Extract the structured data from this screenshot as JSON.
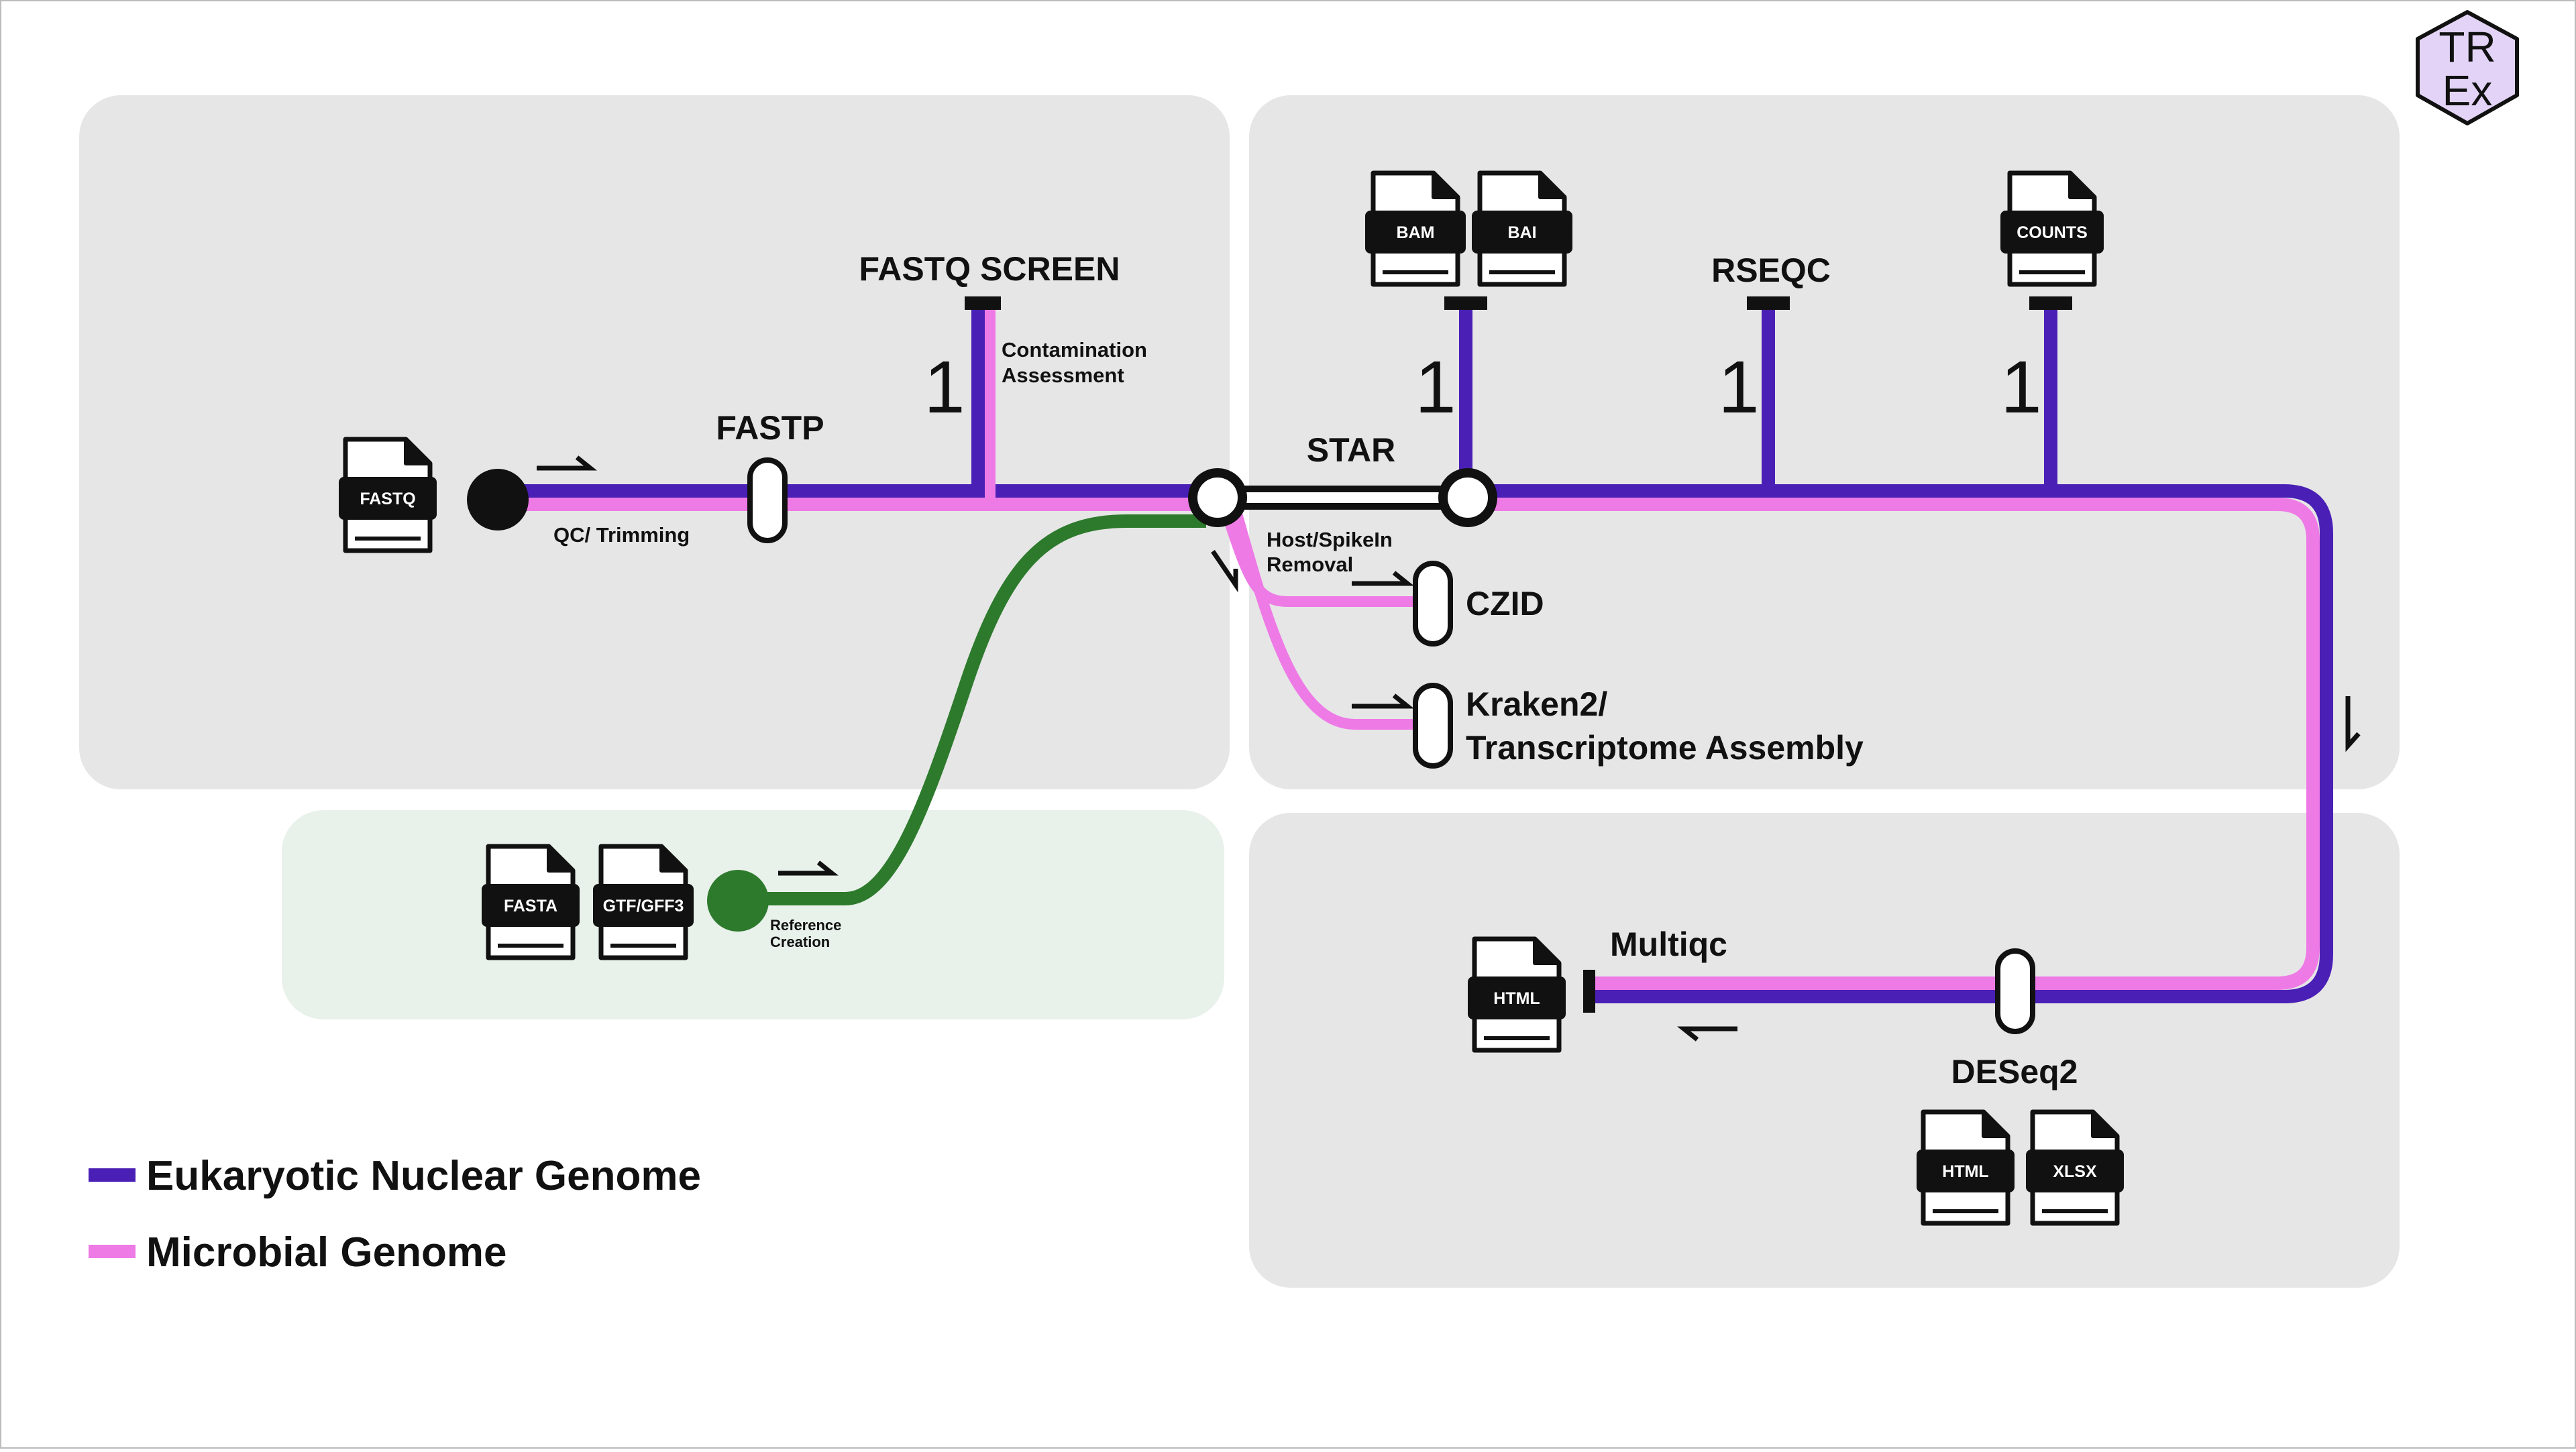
{
  "colors": {
    "eukaryotic": "#4a1fb5",
    "microbial": "#ee7ae6",
    "reference": "#2d7a2d",
    "panel": "#e6e6e6",
    "panel_green": "#e8f1ea",
    "logo_fill": "#e3d4f7"
  },
  "logo": {
    "line1": "TR",
    "line2": "Ex"
  },
  "legend": [
    {
      "label": "Eukaryotic Nuclear Genome",
      "color": "#4a1fb5"
    },
    {
      "label": "Microbial Genome",
      "color": "#ee7ae6"
    }
  ],
  "nodes": {
    "fastp": "FASTP",
    "fastq_screen": "FASTQ SCREEN",
    "star": "STAR",
    "rseqc": "RSEQC",
    "czid": "CZID",
    "kraken_line1": "Kraken2/",
    "kraken_line2": "Transcriptome Assembly",
    "multiqc": "Multiqc",
    "deseq2": "DESeq2"
  },
  "annotations": {
    "qc_trimming": "QC/ Trimming",
    "contamination_line1": "Contamination",
    "contamination_line2": "Assessment",
    "host_line1": "Host/SpikeIn",
    "host_line2": "Removal",
    "reference_line1": "Reference",
    "reference_line2": "Creation"
  },
  "files": {
    "fastq": "FASTQ",
    "bam": "BAM",
    "bai": "BAI",
    "counts": "COUNTS",
    "fasta": "FASTA",
    "gtf": "GTF/GFF3",
    "multiqc_html": "HTML",
    "deseq_html": "HTML",
    "deseq_xlsx": "XLSX"
  },
  "counts": {
    "fastq_screen": "1",
    "bam": "1",
    "rseqc": "1",
    "counts": "1"
  }
}
